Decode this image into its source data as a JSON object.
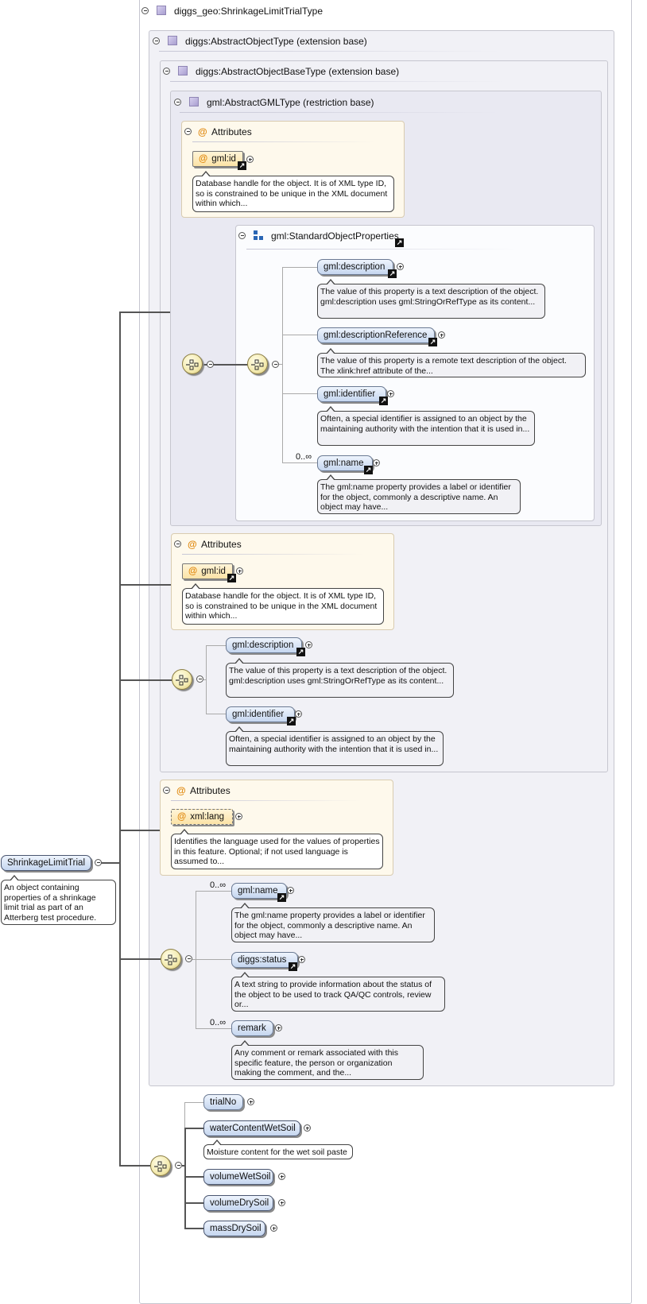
{
  "root": {
    "title": "diggs_geo:ShrinkageLimitTrialType",
    "element_name": "ShrinkageLimitTrial",
    "element_doc": "An object containing properties of a shrinkage limit trial as part of an Atterberg test procedure."
  },
  "abstract_object": {
    "title": "diggs:AbstractObjectType (extension base)"
  },
  "abstract_object_base": {
    "title": "diggs:AbstractObjectBaseType (extension base)"
  },
  "abstract_gml": {
    "title": "gml:AbstractGMLType (restriction base)"
  },
  "attributes_label": "Attributes",
  "gml_attrs": {
    "id_label": "gml:id",
    "id_doc": "Database handle for the object. It is of XML type ID, so is constrained to be unique in the XML document within which..."
  },
  "standard_props": {
    "title": "gml:StandardObjectProperties",
    "items": [
      {
        "label": "gml:description",
        "doc": "The value of this property is a text description of the object. gml:description uses gml:StringOrRefType as its content..."
      },
      {
        "label": "gml:descriptionReference",
        "doc": "The value of this property is a remote text description of the object. The xlink:href attribute of the..."
      },
      {
        "label": "gml:identifier",
        "doc": "Often, a special identifier is assigned to an object by the maintaining authority with the intention that it is used in..."
      },
      {
        "label": "gml:name",
        "doc": "The gml:name property provides a label or identifier for the object, commonly a descriptive name. An object may have..."
      }
    ],
    "name_card": "0..∞"
  },
  "base_attrs": {
    "id_label": "gml:id",
    "id_doc": "Database handle for the object. It is of XML type ID, so is constrained to be unique in the XML document within which..."
  },
  "base_seq": [
    {
      "label": "gml:description",
      "doc": "The value of this property is a text description of the object. gml:description uses gml:StringOrRefType as its content..."
    },
    {
      "label": "gml:identifier",
      "doc": "Often, a special identifier is assigned to an object by the maintaining authority with the intention that it is used in..."
    }
  ],
  "object_attrs": {
    "lang_label": "xml:lang",
    "lang_doc": "Identifies the language used for the values of properties in this feature. Optional; if not used language is assumed to..."
  },
  "object_seq": {
    "name_card": "0..∞",
    "remark_card": "0..∞",
    "items": [
      {
        "label": "gml:name",
        "doc": "The gml:name property provides a label or identifier for the object, commonly a descriptive name. An object may have..."
      },
      {
        "label": "diggs:status",
        "doc": "A text string to provide information about the status of the object to be used to track QA/QC controls, review or..."
      },
      {
        "label": "remark",
        "doc": "Any comment or remark associated with this specific feature, the person or organization making the comment, and the..."
      }
    ]
  },
  "trial_seq": {
    "trialNo": "trialNo",
    "waterContentWetSoil": "waterContentWetSoil",
    "waterContentWetSoil_doc": "Moisture content for the wet soil paste",
    "volumeWetSoil": "volumeWetSoil",
    "volumeDrySoil": "volumeDrySoil",
    "massDrySoil": "massDrySoil"
  }
}
